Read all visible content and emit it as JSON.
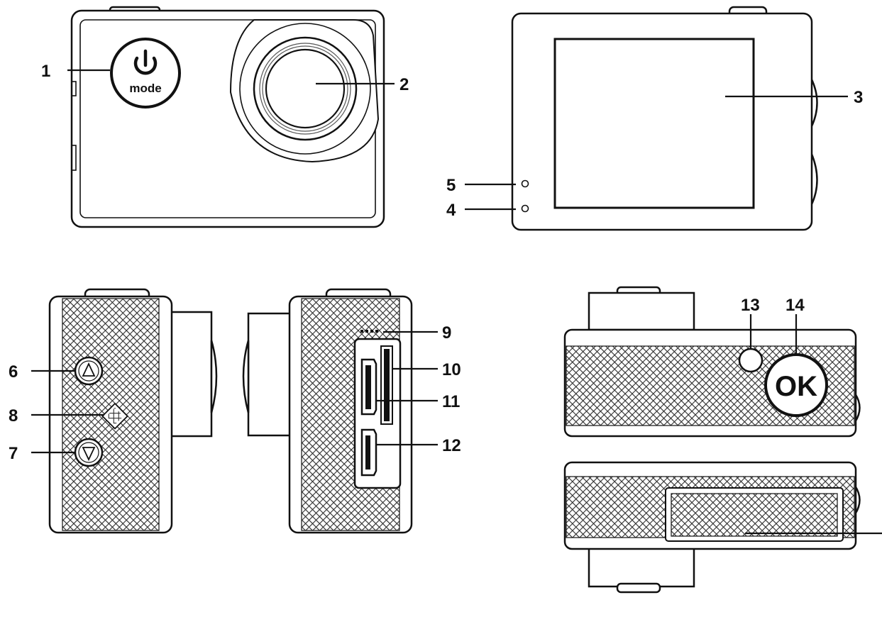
{
  "callouts": {
    "c1": "1",
    "c2": "2",
    "c3": "3",
    "c4": "4",
    "c5": "5",
    "c6": "6",
    "c7": "7",
    "c8": "8",
    "c9": "9",
    "c10": "10",
    "c11": "11",
    "c12": "12",
    "c13": "13",
    "c14": "14"
  },
  "buttons": {
    "mode_label": "mode",
    "ok_label": "OK"
  },
  "icons": {
    "power": "power-icon",
    "up": "triangle-up-icon",
    "down": "triangle-down-icon"
  },
  "colors": {
    "ink": "#111111",
    "knurl": "#3a3a3a",
    "paper": "#ffffff"
  }
}
